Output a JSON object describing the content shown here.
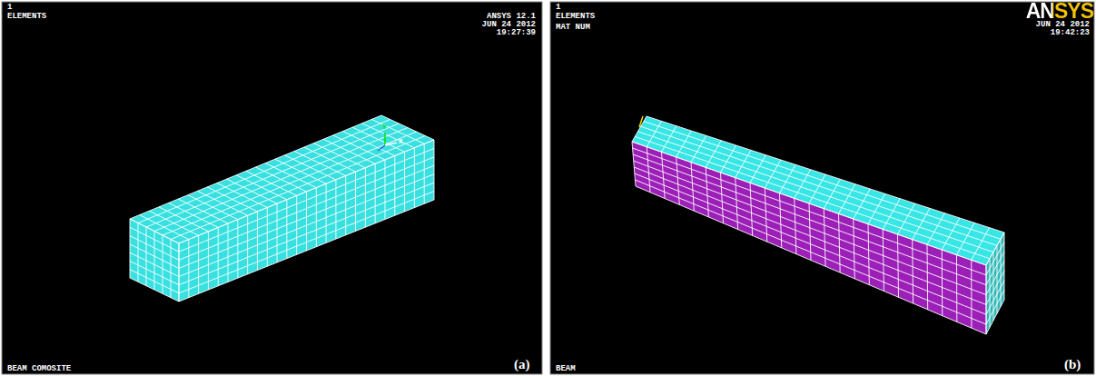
{
  "diagram": {
    "labels": [
      "1",
      "ELEMENTS",
      "ANSYS 12.1",
      "JUN 24 2012",
      "19:27:39",
      "Y",
      "X",
      "BEAM COMOSITE",
      "(a)",
      "1",
      "ELEMENTS",
      "MAT NUM",
      "ANSYS",
      "JUN 24 2012",
      "19:42:23",
      "BEAM",
      "(b)"
    ]
  }
}
